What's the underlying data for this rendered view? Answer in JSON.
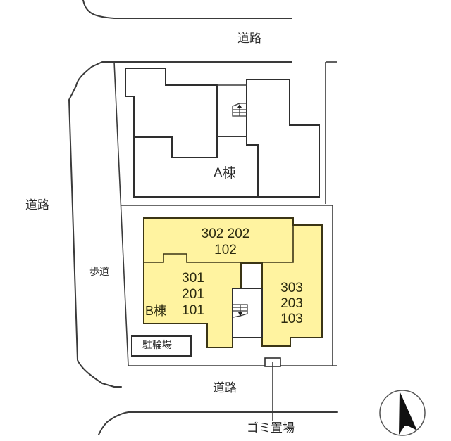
{
  "roads": {
    "top": "道路",
    "left": "道路",
    "bottom": "道路",
    "sidewalk": "歩道"
  },
  "buildings": {
    "a": {
      "label": "A棟"
    },
    "b": {
      "label": "B棟",
      "units_top": [
        "302 202",
        "102"
      ],
      "units_left": [
        "301",
        "201",
        "101"
      ],
      "units_right": [
        "303",
        "203",
        "103"
      ]
    }
  },
  "facilities": {
    "bicycle_parking": "駐輪場",
    "garbage": "ゴミ置場"
  },
  "icons": {
    "stairs_a": "stairs-icon",
    "stairs_b": "stairs-icon",
    "north": "north-arrow-icon"
  },
  "colors": {
    "building_b_fill": "#fff3a0",
    "line": "#3a3a3a"
  }
}
